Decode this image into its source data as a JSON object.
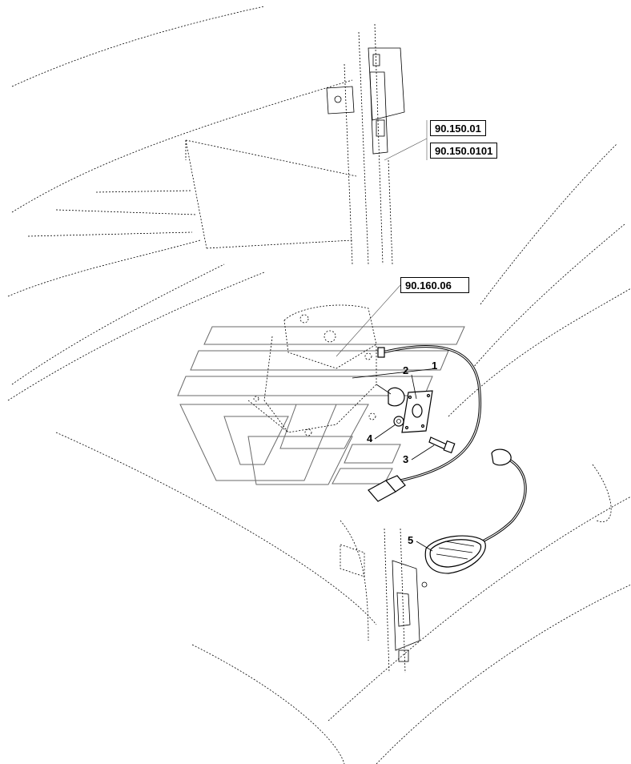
{
  "references": [
    {
      "id": "ref-90-150-01",
      "label": "90.150.01"
    },
    {
      "id": "ref-90-150-0101",
      "label": "90.150.0101"
    },
    {
      "id": "ref-90-160-06",
      "label": "90.160.06"
    }
  ],
  "callouts": [
    {
      "id": "callout-1",
      "label": "1"
    },
    {
      "id": "callout-2",
      "label": "2"
    },
    {
      "id": "callout-3",
      "label": "3"
    },
    {
      "id": "callout-4",
      "label": "4"
    },
    {
      "id": "callout-5",
      "label": "5"
    }
  ],
  "colors": {
    "line": "#000000",
    "watermark": "#6a6a6a",
    "background": "#ffffff"
  }
}
